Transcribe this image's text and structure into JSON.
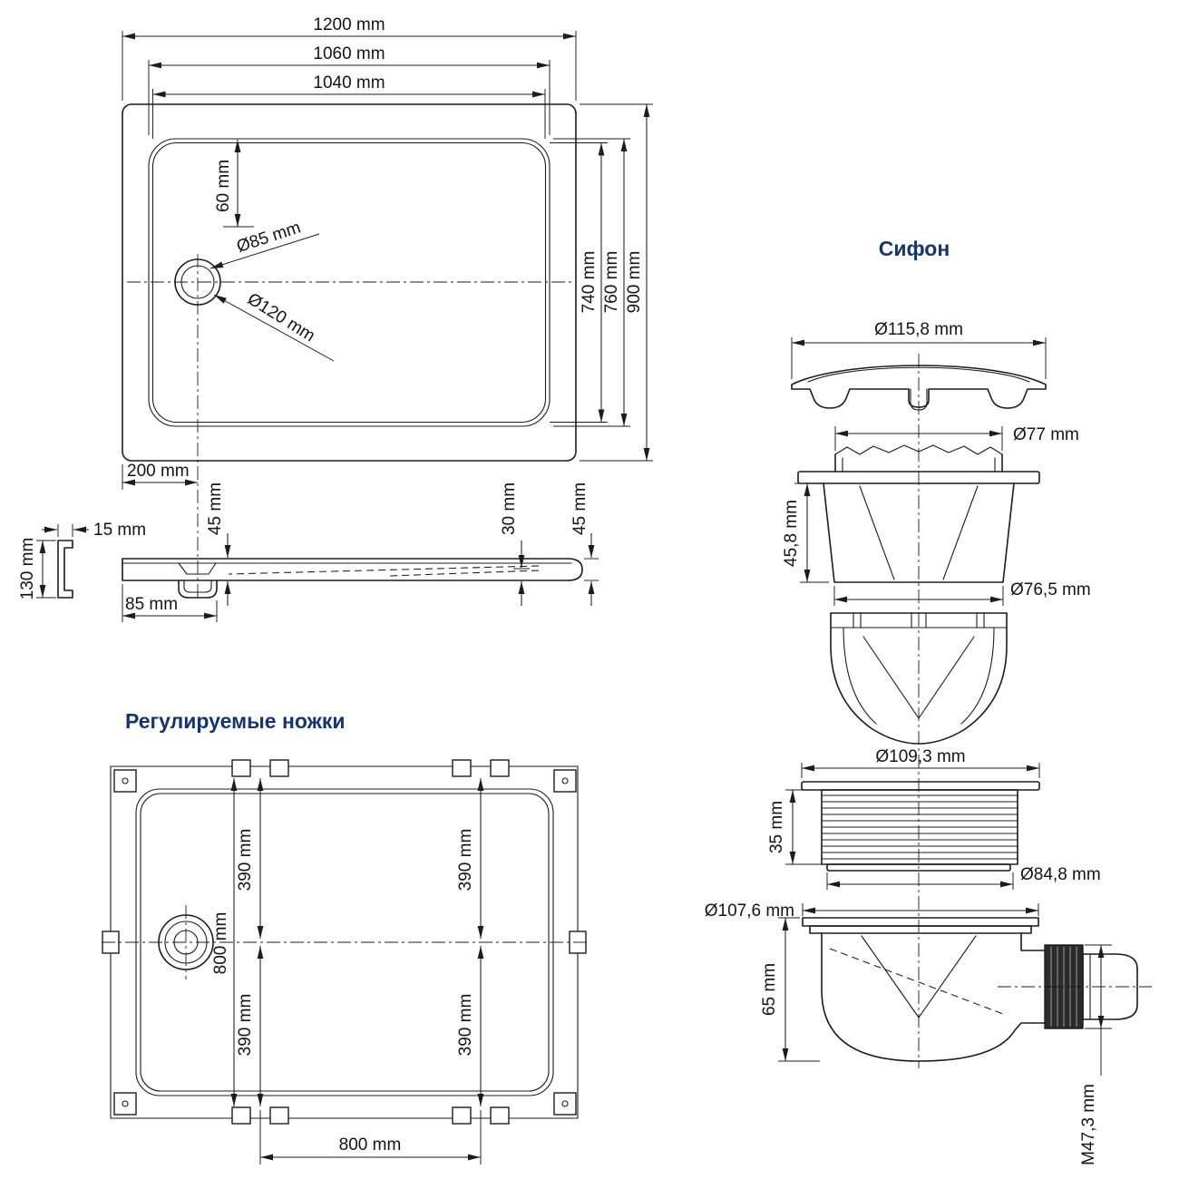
{
  "titles": {
    "legs": "Регулируемые ножки",
    "siphon": "Сифон"
  },
  "colors": {
    "line": "#1c1c1c",
    "title": "#17356b"
  },
  "top_view": {
    "dim_width_outer": "1200 mm",
    "dim_width_1060": "1060 mm",
    "dim_width_1040": "1040 mm",
    "dim_drain_offset": "60 mm",
    "dim_drain_small": "Ø85 mm",
    "dim_drain_large": "Ø120 mm",
    "dim_height_740": "740 mm",
    "dim_height_760": "760 mm",
    "dim_height_900": "900 mm",
    "dim_drain_from_left": "200 mm"
  },
  "side_view": {
    "dim_apron_height": "130 mm",
    "dim_apron_thickness": "15 mm",
    "dim_height_left": "45 mm",
    "dim_height_mid": "30 mm",
    "dim_height_right": "45 mm",
    "dim_trap_offset": "85 mm"
  },
  "legs_view": {
    "dim_390_top_left": "390 mm",
    "dim_390_top_right": "390 mm",
    "dim_390_bottom_left": "390 mm",
    "dim_390_bottom_right": "390 mm",
    "dim_800_vertical": "800 mm",
    "dim_800_horizontal": "800 mm"
  },
  "siphon_view": {
    "dim_cover": "Ø115,8 mm",
    "dim_cup": "Ø77 mm",
    "dim_funnel_height": "45,8 mm",
    "dim_funnel_bottom": "Ø76,5 mm",
    "dim_ring": "Ø109,3 mm",
    "dim_ring_height": "35 mm",
    "dim_ring_bottom": "Ø84,8 mm",
    "dim_body": "Ø107,6 mm",
    "dim_body_height": "65 mm",
    "dim_outlet_thread": "M47,3 mm"
  }
}
